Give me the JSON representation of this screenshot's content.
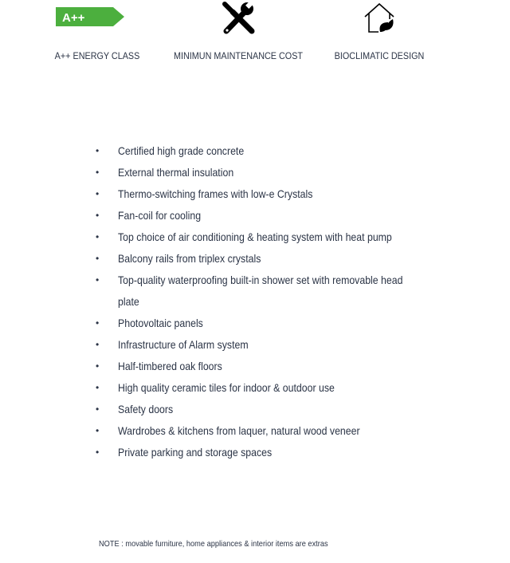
{
  "features": [
    {
      "icon": "energy-class-badge-icon",
      "badge_text": "A++",
      "label": "A++ ENERGY CLASS",
      "badge_color": "#4caf3e"
    },
    {
      "icon": "tools-icon",
      "label": "MINIMUN MAINTENANCE COST"
    },
    {
      "icon": "eco-house-icon",
      "label": "BIOCLIMATIC DESIGN"
    }
  ],
  "specs": [
    "Certified high grade concrete",
    "External thermal insulation",
    "Thermo-switching frames with low-e Crystals",
    "Fan-coil for cooling",
    "Top choice of air conditioning & heating system with heat pump",
    "Balcony rails from triplex crystals",
    "Top-quality waterproofing built-in shower set with removable head plate",
    "Photovoltaic panels",
    "Infrastructure of Alarm system",
    "Half-timbered oak floors",
    "High quality ceramic tiles for indoor & outdoor use",
    "Safety doors",
    "Wardrobes & kitchens from laquer, natural wood veneer",
    "Private parking and storage spaces"
  ],
  "bullet": "•",
  "note": "NOTE : movable furniture, home appliances & interior items are extras"
}
